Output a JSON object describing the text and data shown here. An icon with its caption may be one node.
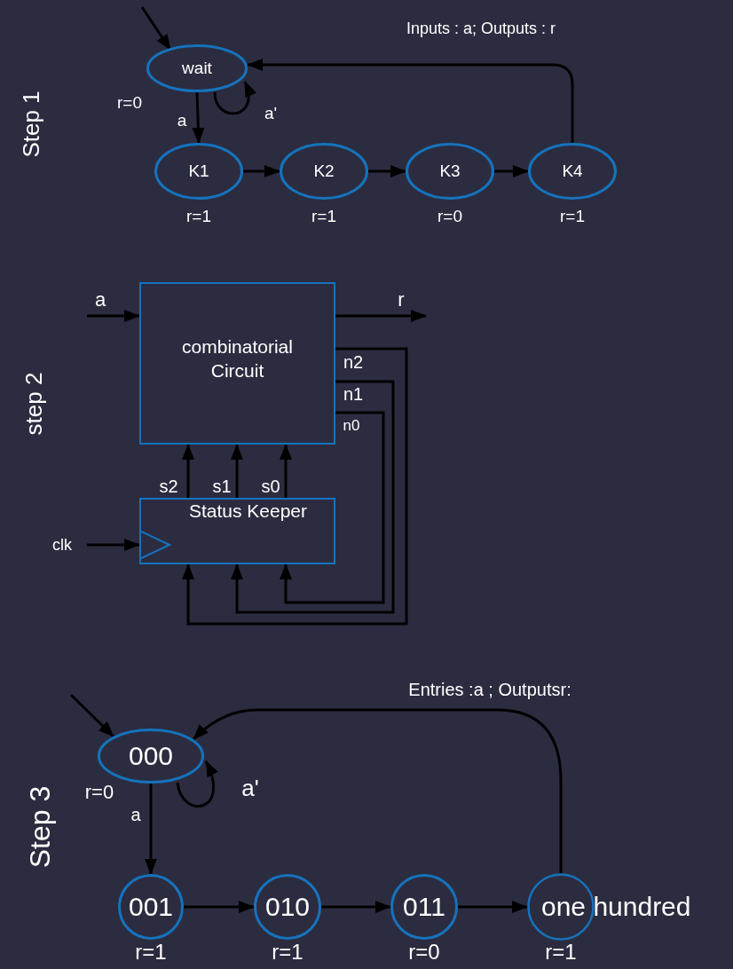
{
  "diagram": {
    "nodes": [
      {
        "text": [
          "wait"
        ],
        "beside": [
          "r=0"
        ]
      },
      {
        "text": [
          "K1"
        ],
        "beside": [
          "r=1"
        ]
      },
      {
        "text": [
          "K2"
        ],
        "beside": [
          "r=1"
        ]
      },
      {
        "text": [
          "K3"
        ],
        "beside": [
          "r=0"
        ]
      },
      {
        "text": [
          "K4"
        ],
        "beside": [
          "r=1"
        ]
      },
      {
        "text": [
          "combinatorial Circuit"
        ]
      },
      {
        "text": [
          "Status Keeper"
        ]
      },
      {
        "text": [
          "000"
        ],
        "beside": [
          "r=0"
        ]
      },
      {
        "text": [
          "001"
        ],
        "beside": [
          "r=1"
        ]
      },
      {
        "text": [
          "010"
        ],
        "beside": [
          "r=1"
        ]
      },
      {
        "text": [
          "011"
        ],
        "beside": [
          "r=0"
        ]
      },
      {
        "text": [
          "one hundred"
        ],
        "beside": [
          "r=1"
        ]
      }
    ],
    "edges": [
      {
        "from": null,
        "to": 0,
        "arrow": "to"
      },
      {
        "from": 0,
        "to": 0,
        "arrow": "to",
        "label": "a'"
      },
      {
        "from": 0,
        "to": 1,
        "arrow": "to",
        "label": "a"
      },
      {
        "from": 1,
        "to": 2,
        "arrow": "to"
      },
      {
        "from": 2,
        "to": 3,
        "arrow": "to"
      },
      {
        "from": 3,
        "to": 4,
        "arrow": "to"
      },
      {
        "from": 4,
        "to": 0,
        "arrow": "to"
      },
      {
        "from": null,
        "to": 5,
        "arrow": "to",
        "label": "a"
      },
      {
        "from": 5,
        "to": null,
        "arrow": "to",
        "label": "r"
      },
      {
        "from": null,
        "to": 6,
        "arrow": "to",
        "label": "clk"
      },
      {
        "from": 6,
        "to": 5,
        "arrow": "to",
        "label": "s2"
      },
      {
        "from": 6,
        "to": 5,
        "arrow": "to",
        "label": "s1"
      },
      {
        "from": 6,
        "to": 5,
        "arrow": "to",
        "label": "s0"
      },
      {
        "from": 5,
        "to": 6,
        "arrow": "to",
        "label": "n2"
      },
      {
        "from": 5,
        "to": 6,
        "arrow": "to",
        "label": "n1"
      },
      {
        "from": 5,
        "to": 6,
        "arrow": "to",
        "label": "n0"
      },
      {
        "from": null,
        "to": 7,
        "arrow": "to"
      },
      {
        "from": 7,
        "to": 7,
        "arrow": "to",
        "label": "a'"
      },
      {
        "from": 7,
        "to": 8,
        "arrow": "to",
        "label": "a"
      },
      {
        "from": 8,
        "to": 9,
        "arrow": "to"
      },
      {
        "from": 9,
        "to": 10,
        "arrow": "to"
      },
      {
        "from": 10,
        "to": 11,
        "arrow": "to"
      },
      {
        "from": 11,
        "to": 7,
        "arrow": "to"
      }
    ],
    "labels": [
      "Inputs : a; Outputs : r",
      "Step 1",
      "step 2",
      "Entries :a ; Outputsr:",
      "Step 3"
    ]
  }
}
